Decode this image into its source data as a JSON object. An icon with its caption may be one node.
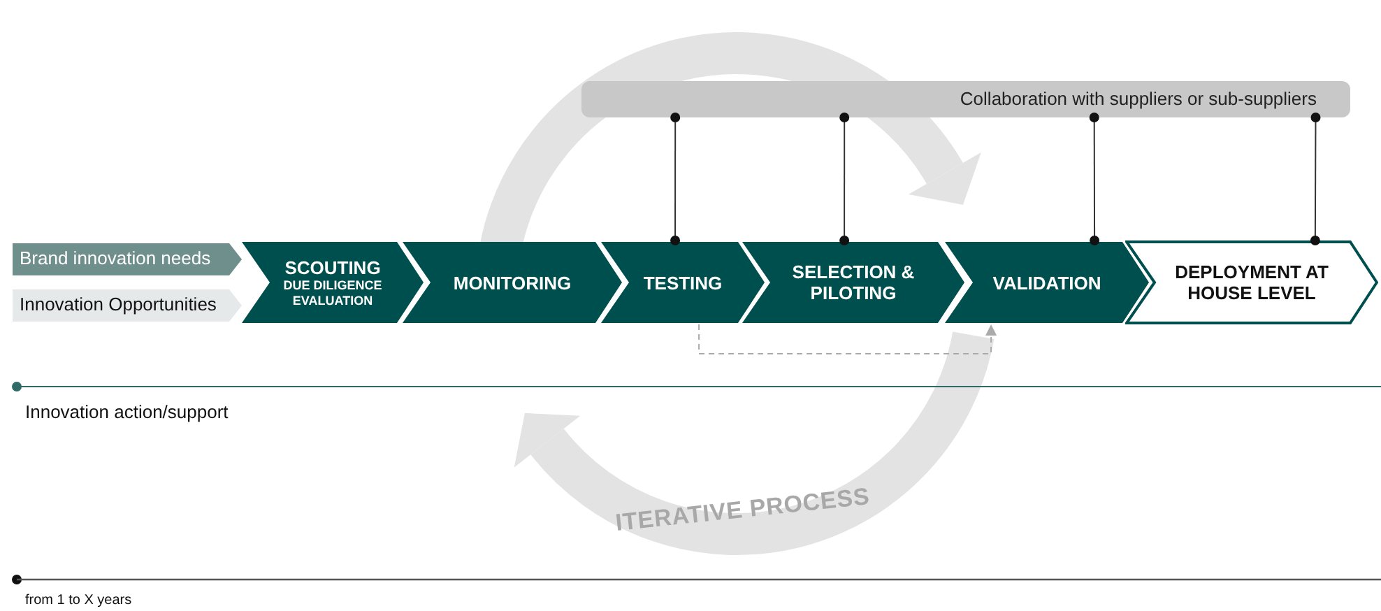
{
  "diagram": {
    "nodes": [
      {
        "text": [
          "Brand innovation needs"
        ]
      },
      {
        "text": [
          "Innovation Opportunities"
        ]
      },
      {
        "text": [
          "SCOUTING",
          "DUE DILIGENCE EVALUATION"
        ]
      },
      {
        "text": [
          "MONITORING"
        ]
      },
      {
        "text": [
          "TESTING"
        ]
      },
      {
        "text": [
          "SELECTION & PILOTING"
        ]
      },
      {
        "text": [
          "VALIDATION"
        ]
      },
      {
        "text": [
          "DEPLOYMENT AT HOUSE LEVEL"
        ]
      },
      {
        "text": [
          "Collaboration with suppliers or sub-suppliers"
        ]
      }
    ],
    "edges": [
      {
        "from": 8,
        "to": 4,
        "arrow": "other"
      },
      {
        "from": 8,
        "to": 5,
        "arrow": "other"
      },
      {
        "from": 8,
        "to": 6,
        "arrow": "other"
      },
      {
        "from": 8,
        "to": 7,
        "arrow": "other"
      },
      {
        "from": 4,
        "to": 6,
        "arrow": "to",
        "style": "dashed",
        "color": "#aaaaaa"
      }
    ],
    "labels": [
      "ITERATIVE PROCESS",
      "Innovation action/support",
      "from 1 to X years"
    ]
  }
}
